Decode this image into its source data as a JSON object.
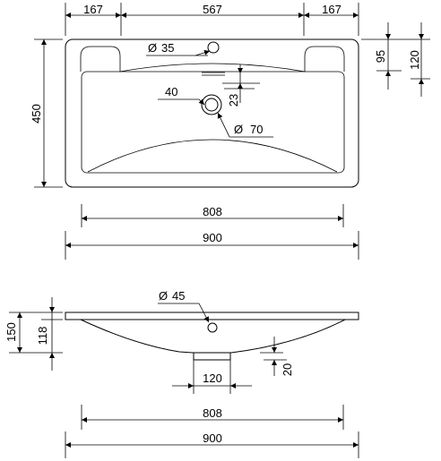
{
  "top_view": {
    "dims": {
      "left_deck": "167",
      "bowl_center": "567",
      "right_deck": "167",
      "depth": "450",
      "deck_depth": "95",
      "rim_depth": "120",
      "tap_hole_diameter": "35",
      "drain_offset": "40",
      "overflow_offset": "23",
      "drain_diameter": "70",
      "inner_width": "808",
      "outer_width": "900"
    },
    "diameter_symbol": "Ø"
  },
  "side_view": {
    "dims": {
      "total_height": "150",
      "body_height": "118",
      "tap_hole_diameter": "45",
      "drain_width": "120",
      "drain_height": "20",
      "inner_width": "808",
      "outer_width": "900"
    },
    "diameter_symbol": "Ø"
  }
}
